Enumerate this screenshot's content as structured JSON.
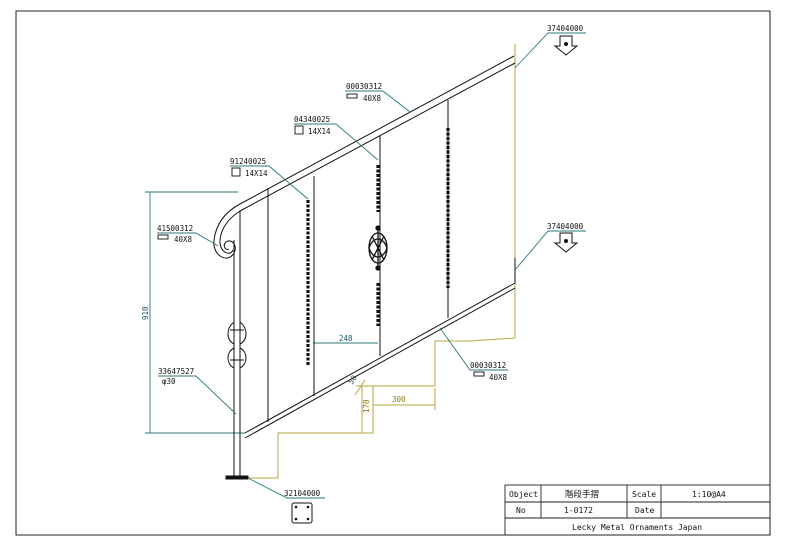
{
  "parts": {
    "top_post_cap": "37404000",
    "handrail_top": {
      "code": "00030312",
      "size": "40X8"
    },
    "twist_bar": {
      "code": "04340025",
      "size": "14X14"
    },
    "square_bar": {
      "code": "91240025",
      "size": "14X14"
    },
    "scroll_end": {
      "code": "41500312",
      "size": "40X8"
    },
    "mid_post_cap": "37404000",
    "bottom_rail": {
      "code": "00030312",
      "size": "40X8"
    },
    "post": {
      "code": "33647527",
      "size": "φ30"
    },
    "base_plate": "32104000"
  },
  "dimensions": {
    "height": "910",
    "spacing": "248",
    "angle": "50",
    "tread": "300",
    "riser": "170"
  },
  "title_block": {
    "object_label": "Object",
    "object_value": "階段手摺",
    "scale_label": "Scale",
    "scale_value": "1:10@A4",
    "no_label": "No",
    "no_value": "1-0172",
    "date_label": "Date",
    "date_value": "",
    "company": "Lecky Metal Ornaments Japan"
  }
}
